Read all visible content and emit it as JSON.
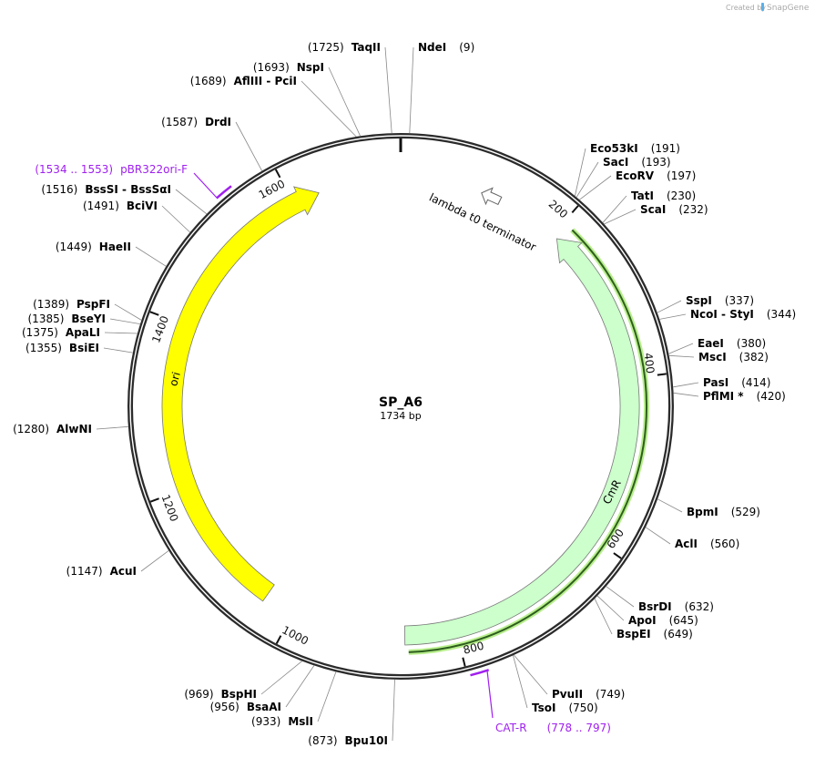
{
  "credit": {
    "prefix": "Created by",
    "brand": "SnapGene"
  },
  "plasmid": {
    "name": "SP_A6",
    "length_label": "1734 bp",
    "length": 1734
  },
  "ticks": [
    200,
    400,
    600,
    800,
    1000,
    1200,
    1400,
    1600
  ],
  "enzymes": [
    {
      "name": "TaqII",
      "pos": 1725,
      "side": "left"
    },
    {
      "name": "NdeI",
      "pos": 9,
      "side": "right"
    },
    {
      "name": "NspI",
      "pos": 1693,
      "side": "left"
    },
    {
      "name": "AflIII  - PciI",
      "pos": 1689,
      "side": "left"
    },
    {
      "name": "DrdI",
      "pos": 1587,
      "side": "left"
    },
    {
      "name": "BssSI  - BssSαI",
      "pos": 1516,
      "side": "left"
    },
    {
      "name": "BciVI",
      "pos": 1491,
      "side": "left"
    },
    {
      "name": "HaeII",
      "pos": 1449,
      "side": "left"
    },
    {
      "name": "PspFI",
      "pos": 1389,
      "side": "left"
    },
    {
      "name": "BseYI",
      "pos": 1385,
      "side": "left"
    },
    {
      "name": "ApaLI",
      "pos": 1375,
      "side": "left"
    },
    {
      "name": "BsiEI",
      "pos": 1355,
      "side": "left"
    },
    {
      "name": "AlwNI",
      "pos": 1280,
      "side": "left"
    },
    {
      "name": "AcuI",
      "pos": 1147,
      "side": "left"
    },
    {
      "name": "BspHI",
      "pos": 969,
      "side": "left"
    },
    {
      "name": "BsaAI",
      "pos": 956,
      "side": "left"
    },
    {
      "name": "MslI",
      "pos": 933,
      "side": "left"
    },
    {
      "name": "Bpu10I",
      "pos": 873,
      "side": "left"
    },
    {
      "name": "Eco53kI",
      "pos": 191,
      "side": "right"
    },
    {
      "name": "SacI",
      "pos": 193,
      "side": "right"
    },
    {
      "name": "EcoRV",
      "pos": 197,
      "side": "right"
    },
    {
      "name": "TatI",
      "pos": 230,
      "side": "right"
    },
    {
      "name": "ScaI",
      "pos": 232,
      "side": "right"
    },
    {
      "name": "SspI",
      "pos": 337,
      "side": "right"
    },
    {
      "name": "NcoI  - StyI",
      "pos": 344,
      "side": "right"
    },
    {
      "name": "EaeI",
      "pos": 380,
      "side": "right"
    },
    {
      "name": "MscI",
      "pos": 382,
      "side": "right"
    },
    {
      "name": "PasI",
      "pos": 414,
      "side": "right"
    },
    {
      "name": "PflMI *",
      "pos": 420,
      "side": "right"
    },
    {
      "name": "BpmI",
      "pos": 529,
      "side": "right"
    },
    {
      "name": "AclI",
      "pos": 560,
      "side": "right"
    },
    {
      "name": "BsrDI",
      "pos": 632,
      "side": "right"
    },
    {
      "name": "ApoI",
      "pos": 645,
      "side": "right"
    },
    {
      "name": "BspEI",
      "pos": 649,
      "side": "right"
    },
    {
      "name": "PvuII",
      "pos": 749,
      "side": "right"
    },
    {
      "name": "TsoI",
      "pos": 750,
      "side": "right"
    }
  ],
  "primers": [
    {
      "name": "pBR322ori-F",
      "range": "(1534 .. 1553)",
      "start": 1534,
      "end": 1553,
      "side": "left"
    },
    {
      "name": "CAT-R",
      "range": "(778 .. 797)",
      "start": 778,
      "end": 797,
      "side": "right"
    }
  ],
  "features": [
    {
      "name": "ori",
      "start": 1037,
      "end": 1633,
      "direction": "forward",
      "color": "#ffff00"
    },
    {
      "name": "CmR",
      "start": 207,
      "end": 862,
      "direction": "reverse",
      "color": "#ccffcc"
    },
    {
      "name": "lambda t0 terminator",
      "start": 100,
      "end": 124,
      "direction": "reverse",
      "color": "#ffffff"
    }
  ],
  "colors": {
    "ring": "#2b2b2b",
    "primer": "#a020f0",
    "cds_line": "#2e5e1e",
    "cds_glow": "#b8ee8c"
  }
}
